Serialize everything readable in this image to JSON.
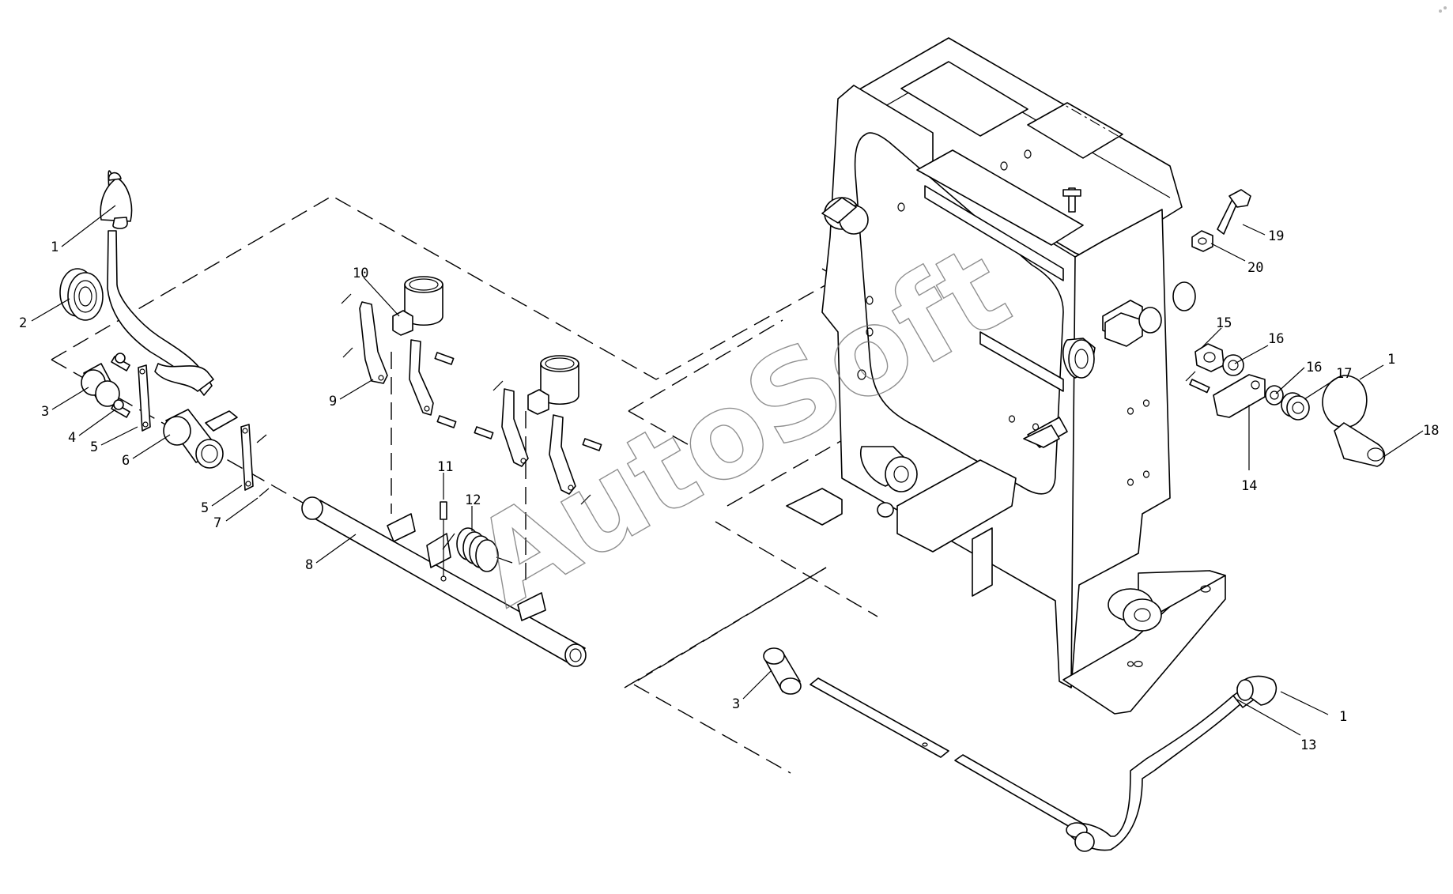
{
  "watermark": "AutoSoft",
  "callouts": [
    {
      "id": "c1a",
      "label": "1"
    },
    {
      "id": "c2",
      "label": "2"
    },
    {
      "id": "c3a",
      "label": "3"
    },
    {
      "id": "c4",
      "label": "4"
    },
    {
      "id": "c5a",
      "label": "5"
    },
    {
      "id": "c6",
      "label": "6"
    },
    {
      "id": "c5b",
      "label": "5"
    },
    {
      "id": "c7",
      "label": "7"
    },
    {
      "id": "c8",
      "label": "8"
    },
    {
      "id": "c9",
      "label": "9"
    },
    {
      "id": "c10",
      "label": "10"
    },
    {
      "id": "c11",
      "label": "11"
    },
    {
      "id": "c12",
      "label": "12"
    },
    {
      "id": "c19",
      "label": "19"
    },
    {
      "id": "c20",
      "label": "20"
    },
    {
      "id": "c15",
      "label": "15"
    },
    {
      "id": "c16a",
      "label": "16"
    },
    {
      "id": "c16b",
      "label": "16"
    },
    {
      "id": "c17",
      "label": "17"
    },
    {
      "id": "c1b",
      "label": "1"
    },
    {
      "id": "c18",
      "label": "18"
    },
    {
      "id": "c14",
      "label": "14"
    },
    {
      "id": "c3b",
      "label": "3"
    },
    {
      "id": "c1c",
      "label": "1"
    },
    {
      "id": "c13",
      "label": "13"
    }
  ]
}
